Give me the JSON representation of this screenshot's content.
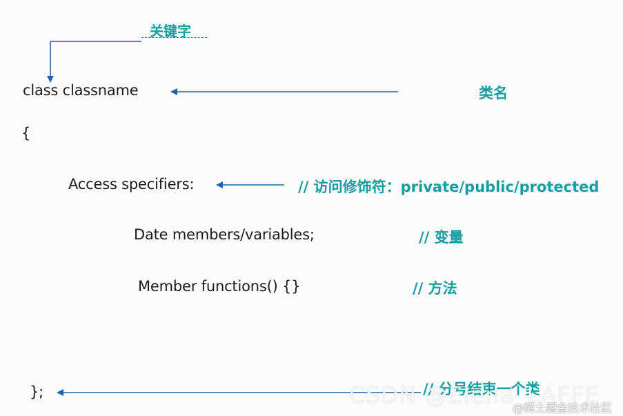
{
  "code": {
    "class_line": "class classname",
    "open_brace": "{",
    "access_line": "Access specifiers:",
    "data_line": "Date members/variables;",
    "method_line": "Member functions() {}",
    "close_line": "};"
  },
  "annotations": {
    "keyword": "关键字",
    "classname": "类名",
    "access": "// 访问修饰符：private/public/protected",
    "data": "// 变量",
    "methods": "// 方法",
    "end": "// 分号结束一个类"
  },
  "watermarks": {
    "csdn": "CSDN @Elena_LAFFE",
    "site": "@稀土掘金技术社区"
  },
  "colors": {
    "annotation": "#139ea3",
    "arrow": "#1e63ad",
    "code_text": "#1a1a1a",
    "background": "#fbfbfb"
  }
}
